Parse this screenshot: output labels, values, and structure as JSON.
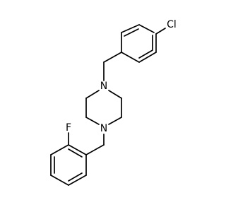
{
  "molecule": {
    "atoms": {
      "chlorine": {
        "symbol": "Cl",
        "color": "#000000"
      },
      "nitrogen_top": {
        "symbol": "N",
        "color": "#000000"
      },
      "nitrogen_bottom": {
        "symbol": "N",
        "color": "#000000"
      },
      "fluorine": {
        "symbol": "F",
        "color": "#000000"
      }
    },
    "bond_color": "#000000",
    "background": "#ffffff"
  }
}
